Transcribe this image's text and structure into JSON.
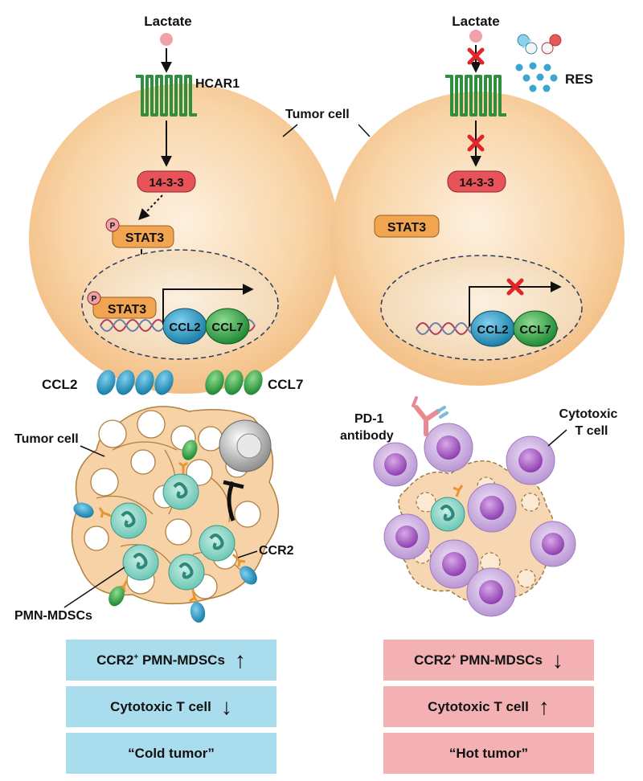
{
  "left_panel": {
    "lactate": "Lactate",
    "receptor": "HCAR1",
    "tumor_cell": "Tumor cell",
    "adaptor": "14-3-3",
    "phospho": "P",
    "stat3": "STAT3",
    "stat3_nuclear": "STAT3",
    "ccl2": "CCL2",
    "ccl7": "CCL7",
    "secreted_ccl2": "CCL2",
    "secreted_ccl7": "CCL7"
  },
  "right_panel": {
    "lactate": "Lactate",
    "drug": "RES",
    "adaptor": "14-3-3",
    "stat3": "STAT3",
    "ccl2": "CCL2",
    "ccl7": "CCL7"
  },
  "bottom_left": {
    "tumor_cell": "Tumor cell",
    "ccr2": "CCR2",
    "mdsc": "PMN-MDSCs"
  },
  "bottom_right": {
    "antibody_line1": "PD-1",
    "antibody_line2": "antibody",
    "tcell_line1": "Cytotoxic",
    "tcell_line2": "T cell"
  },
  "summary_left": {
    "row1_prefix": "CCR2",
    "row1_sup": "+",
    "row1_suffix": " PMN-MDSCs",
    "row1_arrow": "↑",
    "row2": "Cytotoxic T cell",
    "row2_arrow": "↓",
    "row3": "“Cold tumor”"
  },
  "summary_right": {
    "row1_prefix": "CCR2",
    "row1_sup": "+",
    "row1_suffix": " PMN-MDSCs",
    "row1_arrow": "↓",
    "row2": "Cytotoxic T cell",
    "row2_arrow": "↑",
    "row3": "“Hot tumor”"
  },
  "colors": {
    "cell_fill": "#f8cf9c",
    "receptor": "#2f8f3f",
    "adaptor": "#e8535a",
    "stat3": "#f2a550",
    "ccl2": "#2e97c0",
    "ccl7": "#3aa64a",
    "mdsc": "#7fd0c0",
    "tcell": "#c6a7dc",
    "block_x": "#e0252b",
    "summary_left_bg": "#a9ddee",
    "summary_right_bg": "#f3b1b3"
  }
}
